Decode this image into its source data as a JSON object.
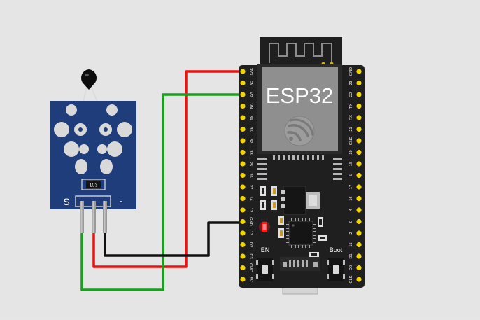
{
  "board": {
    "chip_label": "ESP32",
    "en_label": "EN",
    "boot_label": "Boot",
    "left_pins": [
      "3V3",
      "EN",
      "VP",
      "VN",
      "34",
      "35",
      "32",
      "33",
      "25",
      "26",
      "27",
      "14",
      "12",
      "GND",
      "13",
      "D2",
      "D3",
      "CMD",
      "5V"
    ],
    "right_pins": [
      "GND",
      "23",
      "22",
      "TX",
      "RX",
      "21",
      "GND",
      "19",
      "18",
      "5",
      "17",
      "16",
      "4",
      "0",
      "2",
      "15",
      "D1",
      "D0",
      "CLK"
    ]
  },
  "sensor": {
    "resistor_label": "103",
    "signal_label": "S",
    "ground_label": "-"
  },
  "colors": {
    "background": "#e5e5e5",
    "board": "#1f1f1f",
    "module": "#1f3d7a",
    "wire_red": "#e8120e",
    "wire_green": "#15a11b",
    "wire_black": "#111111",
    "pin_gold": "#f2d400",
    "led_red": "#ff1a1a"
  }
}
